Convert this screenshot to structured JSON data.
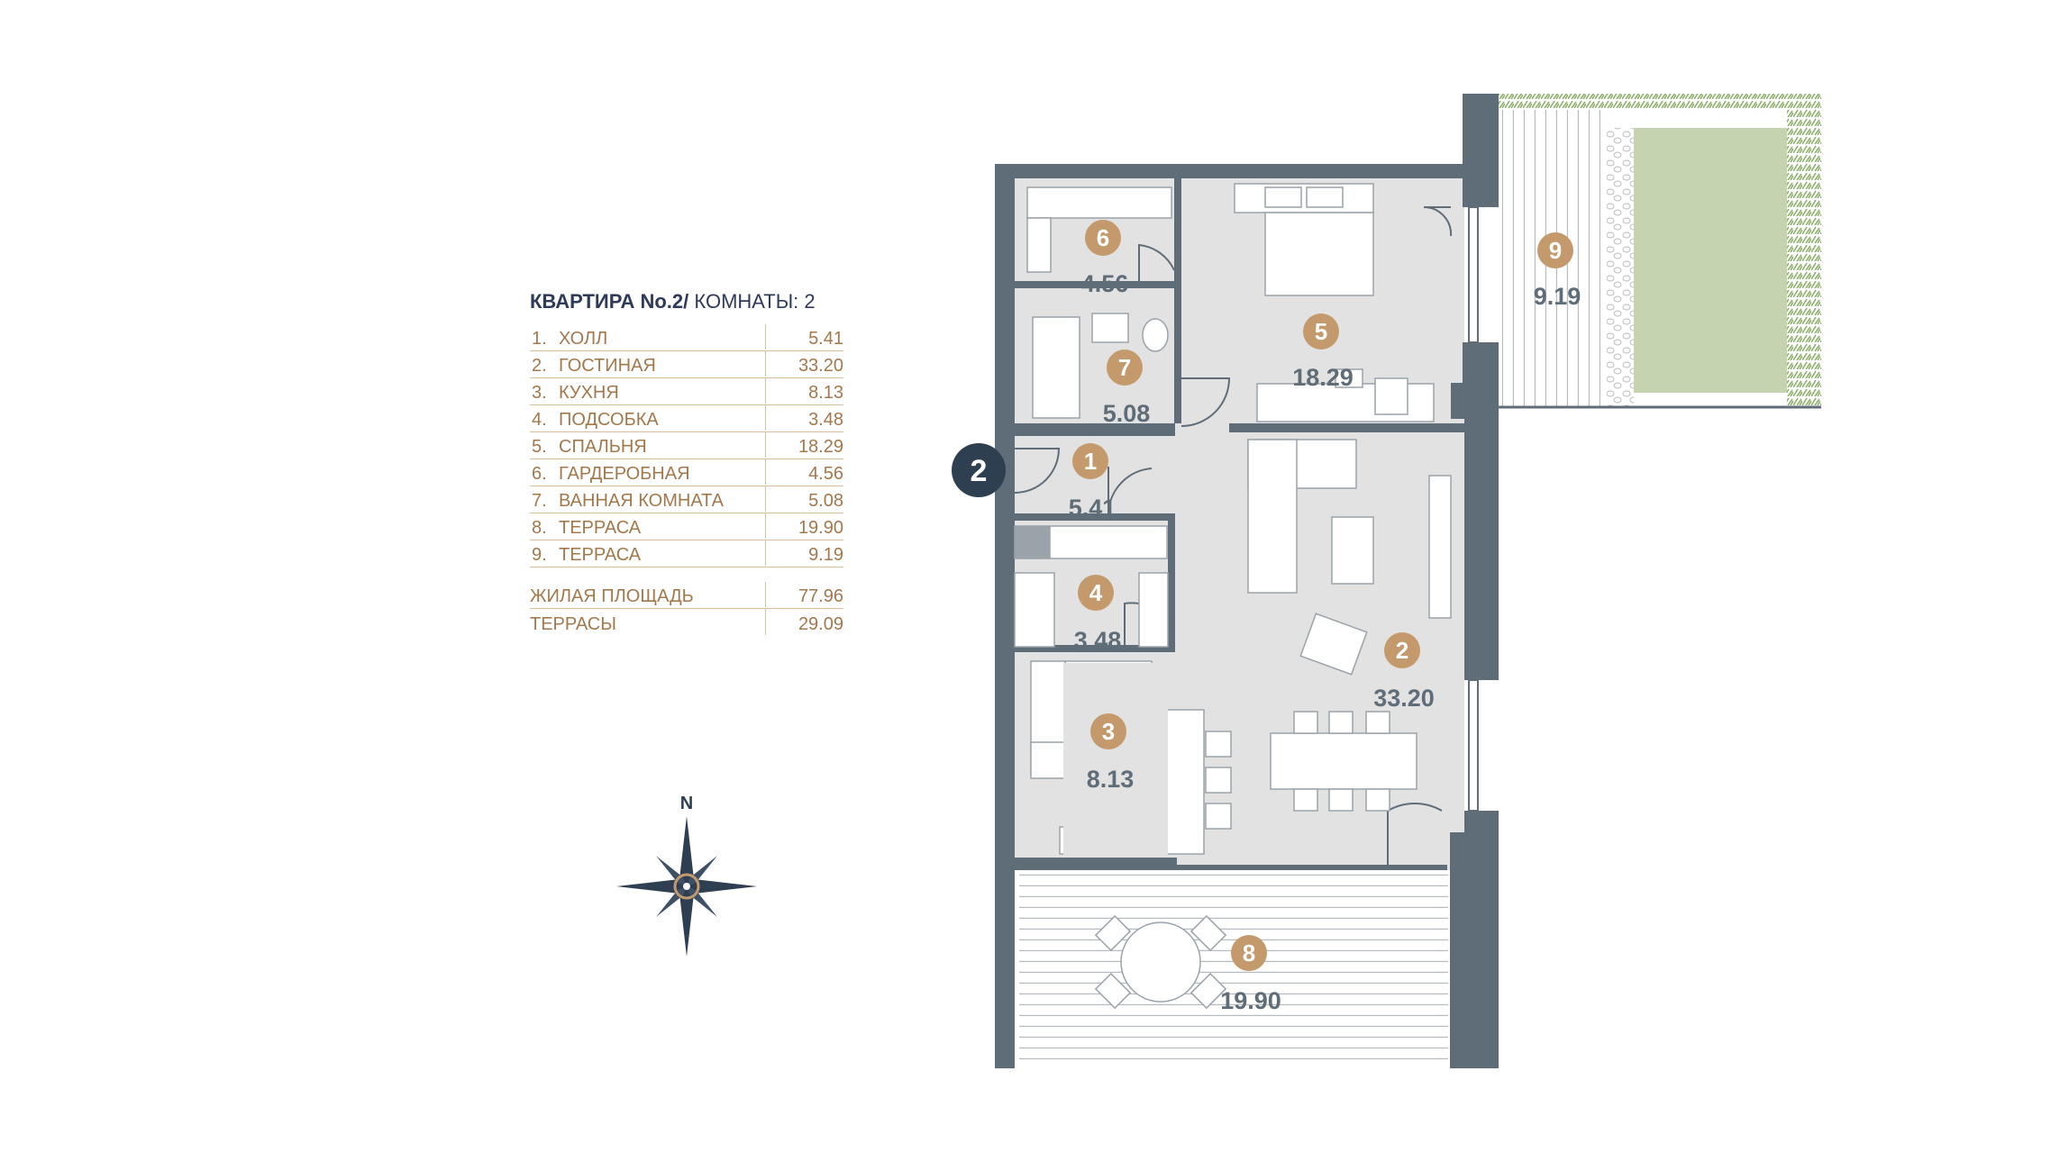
{
  "legend": {
    "apartment": "КВАРТИРА No.2/",
    "rooms_label": "КОМНАТЫ: 2",
    "rooms": [
      {
        "no": "1.",
        "name": "ХОЛЛ",
        "area": "5.41"
      },
      {
        "no": "2.",
        "name": "ГОСТИНАЯ",
        "area": "33.20"
      },
      {
        "no": "3.",
        "name": "КУХНЯ",
        "area": "8.13"
      },
      {
        "no": "4.",
        "name": "ПОДСОБКА",
        "area": "3.48"
      },
      {
        "no": "5.",
        "name": "СПАЛЬНЯ",
        "area": "18.29"
      },
      {
        "no": "6.",
        "name": "ГАРДЕРОБНАЯ",
        "area": "4.56"
      },
      {
        "no": "7.",
        "name": "ВАННАЯ КОМНАТА",
        "area": "5.08"
      },
      {
        "no": "8.",
        "name": "ТЕРРАСА",
        "area": "19.90"
      },
      {
        "no": "9.",
        "name": "ТЕРРАСА",
        "area": "9.19"
      }
    ],
    "totals": [
      {
        "name": "ЖИЛАЯ ПЛОЩАДЬ",
        "area": "77.96"
      },
      {
        "name": "ТЕРРАСЫ",
        "area": "29.09"
      }
    ]
  },
  "plan": {
    "apartment_number": "2",
    "markers": [
      {
        "num": "1",
        "area": "5.41"
      },
      {
        "num": "2",
        "area": "33.20"
      },
      {
        "num": "3",
        "area": "8.13"
      },
      {
        "num": "4",
        "area": "3.48"
      },
      {
        "num": "5",
        "area": "18.29"
      },
      {
        "num": "6",
        "area": "4.56"
      },
      {
        "num": "7",
        "area": "5.08"
      },
      {
        "num": "8",
        "area": "19.90"
      },
      {
        "num": "9",
        "area": "9.19"
      }
    ]
  },
  "compass": {
    "north": "N"
  },
  "colors": {
    "wall": "#5f6d78",
    "floor": "#e2e2e2",
    "marker": "#c49a6c",
    "accent_text": "#a3784b",
    "title": "#2e3a59",
    "garden": "#c6d3b0",
    "hedge": "#8db06b"
  }
}
